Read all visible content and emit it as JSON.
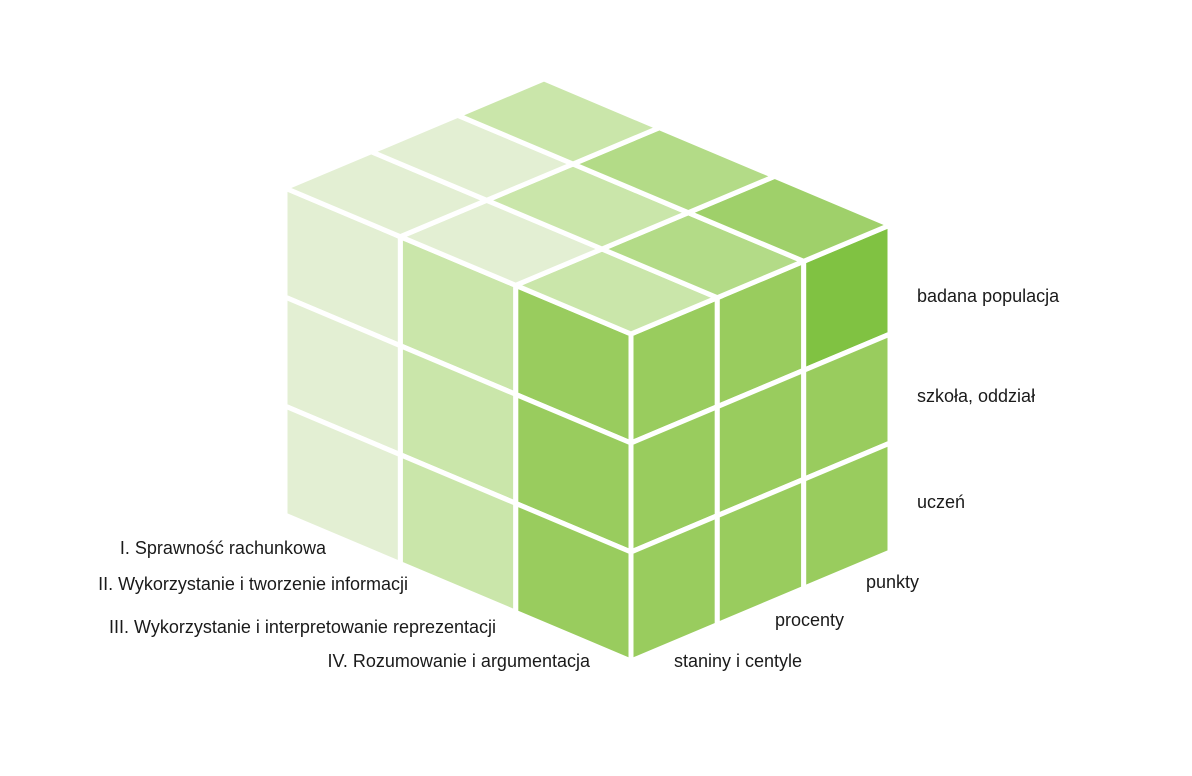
{
  "diagram": {
    "left_axis_labels": [
      "I. Sprawność rachunkowa",
      "II. Wykorzystanie i tworzenie informacji",
      "III. Wykorzystanie i interpretowanie reprezentacji",
      "IV. Rozumowanie i argumentacja"
    ],
    "bottom_right_labels": [
      "punkty",
      "procenty",
      "staniny i centyle"
    ],
    "right_side_labels": [
      "badana populacja",
      "szkoła, oddział",
      "uczeń"
    ],
    "colors": {
      "lightest": "#e3efd3",
      "light": "#cae6aa",
      "medium_light": "#b3db87",
      "medium": "#9fd06a",
      "base": "#99cc5e",
      "highlight": "#80c242",
      "grid_lines": "#ffffff"
    }
  }
}
